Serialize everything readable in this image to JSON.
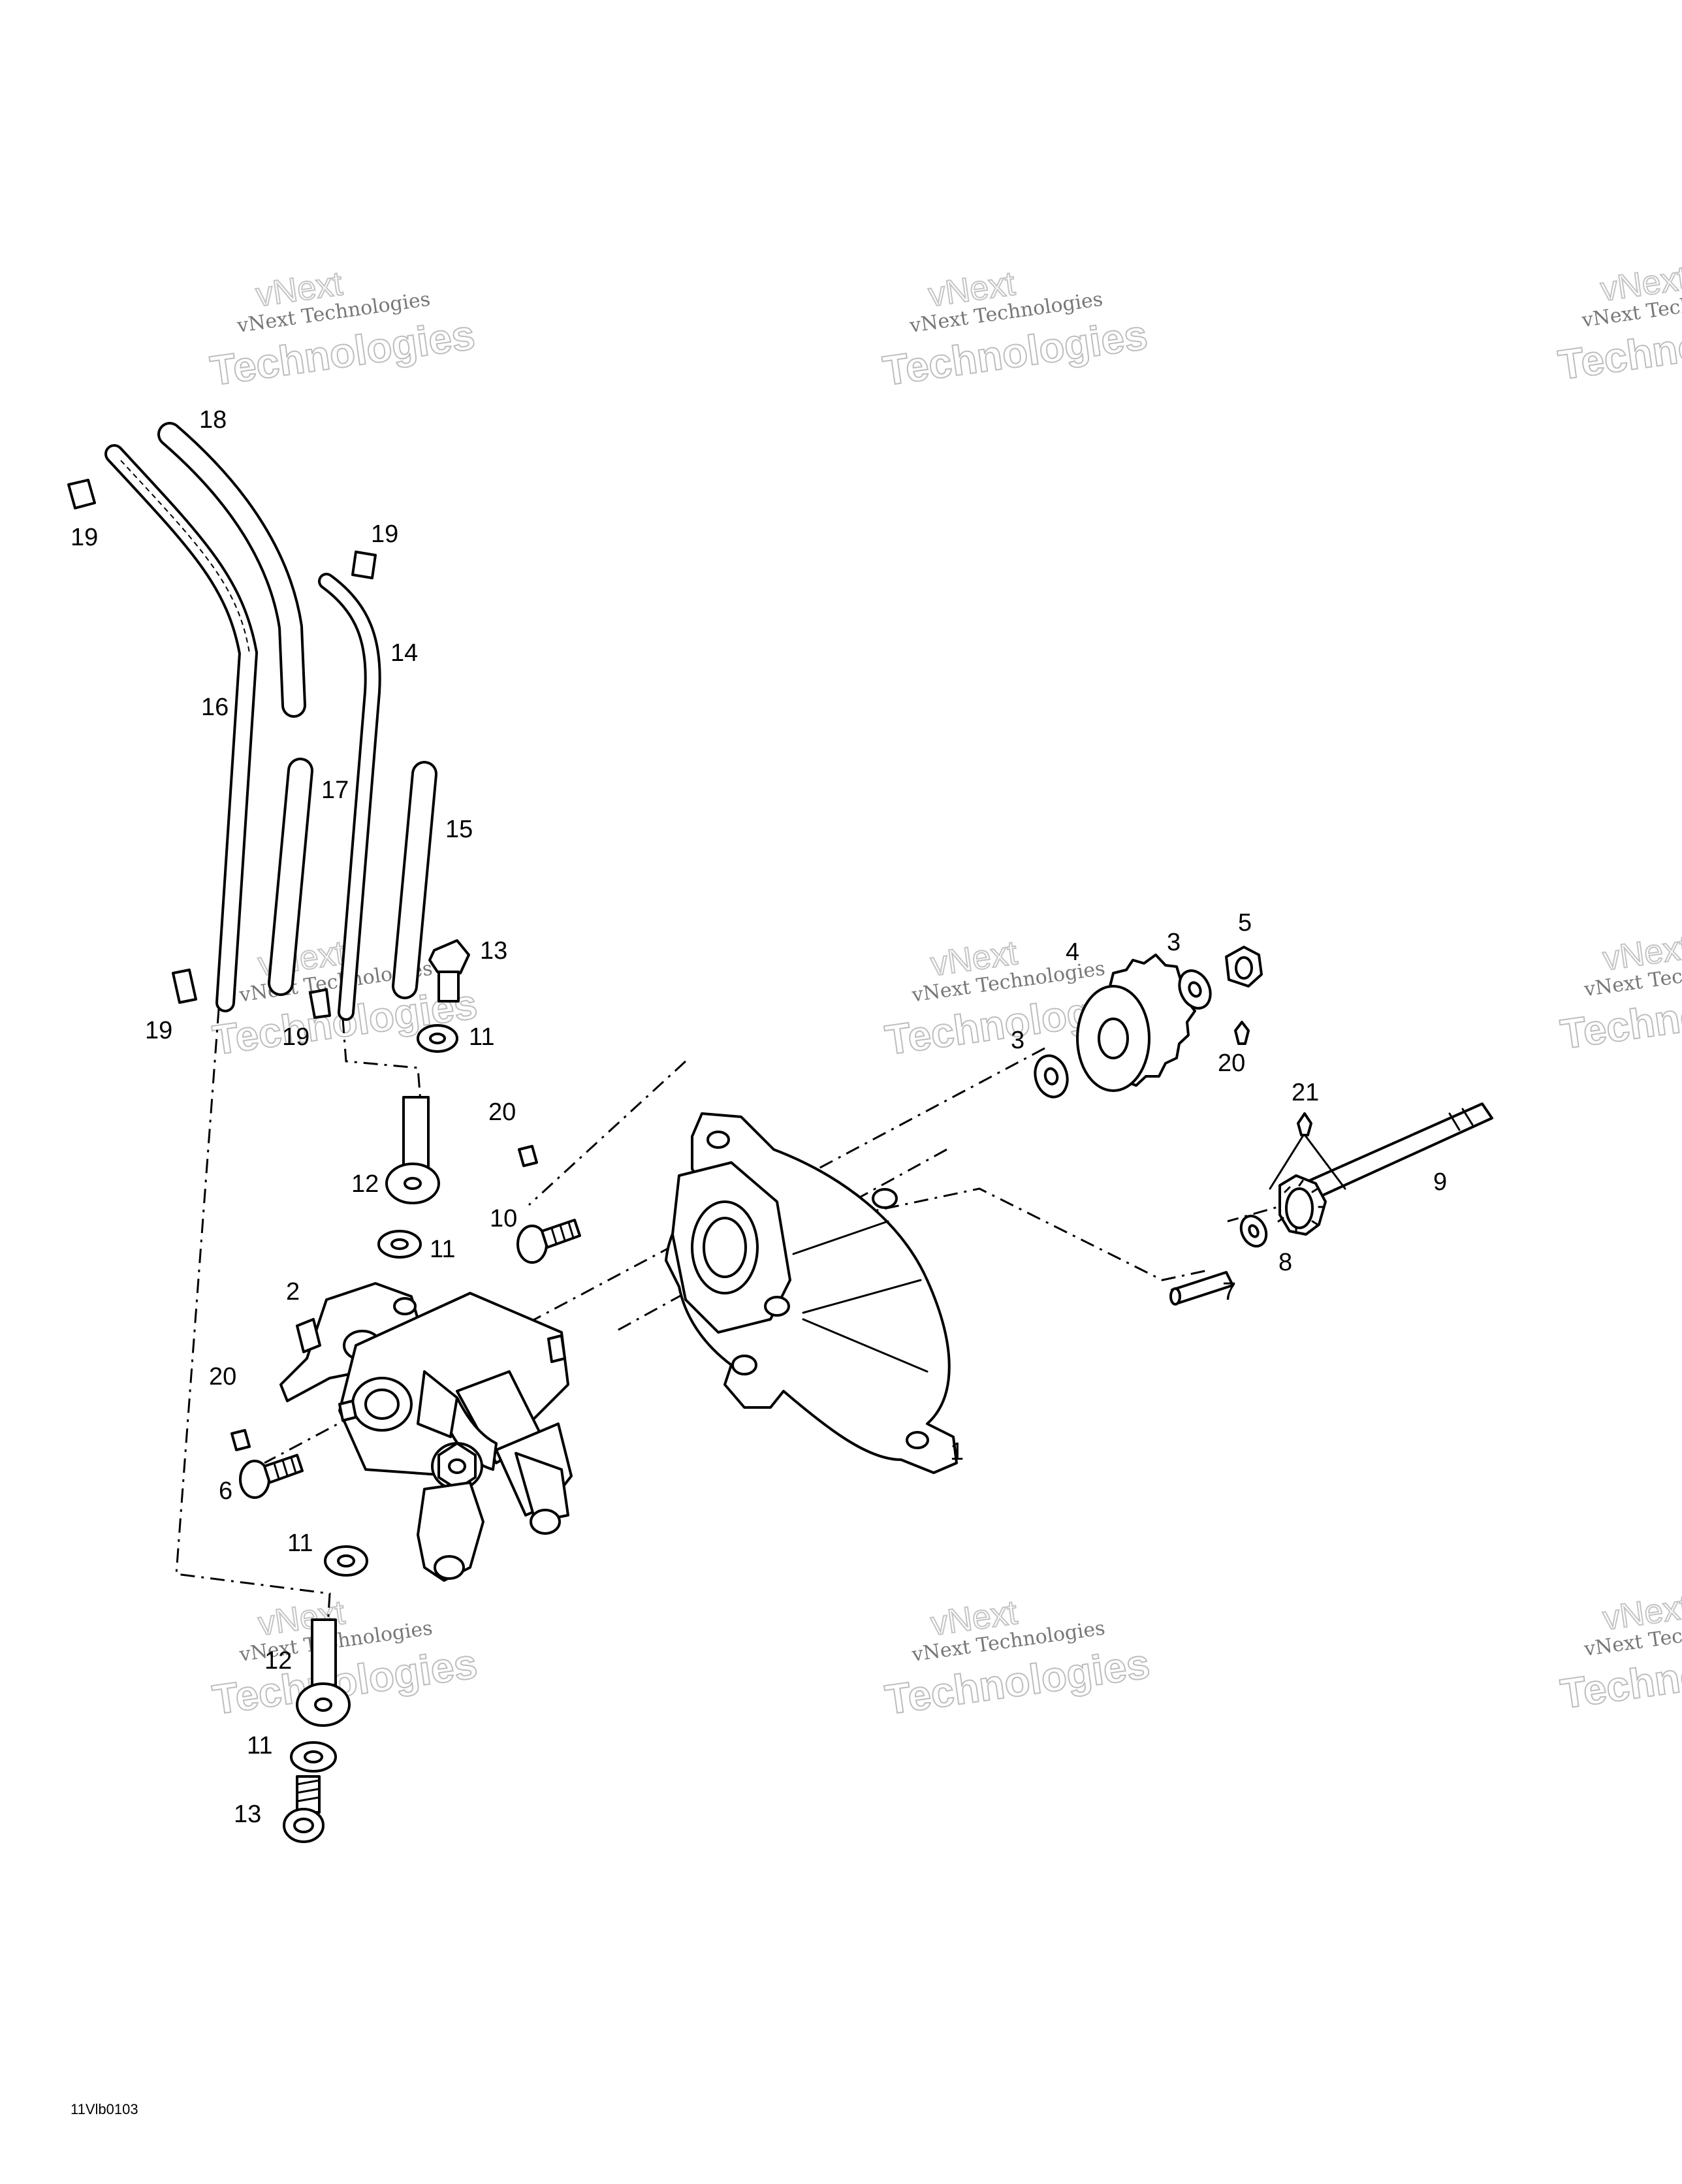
{
  "diagram": {
    "callouts": {
      "c1": "1",
      "c2": "2",
      "c3a": "3",
      "c3b": "3",
      "c4": "4",
      "c5": "5",
      "c6": "6",
      "c7": "7",
      "c8": "8",
      "c9": "9",
      "c10": "10",
      "c11a": "11",
      "c11b": "11",
      "c11c": "11",
      "c11d": "11",
      "c12a": "12",
      "c12b": "12",
      "c13a": "13",
      "c13b": "13",
      "c14": "14",
      "c15": "15",
      "c16": "16",
      "c17": "17",
      "c18": "18",
      "c19a": "19",
      "c19b": "19",
      "c19c": "19",
      "c19d": "19",
      "c20a": "20",
      "c20b": "20",
      "c20c": "20",
      "c21": "21"
    },
    "drawing_code": "11Vlb0103"
  },
  "watermark": {
    "line1": "vNext Technologies",
    "line2": "vNext",
    "line3": "Technologies"
  },
  "colors": {
    "ink": "#000000",
    "watermark": "#bdbdbd"
  }
}
